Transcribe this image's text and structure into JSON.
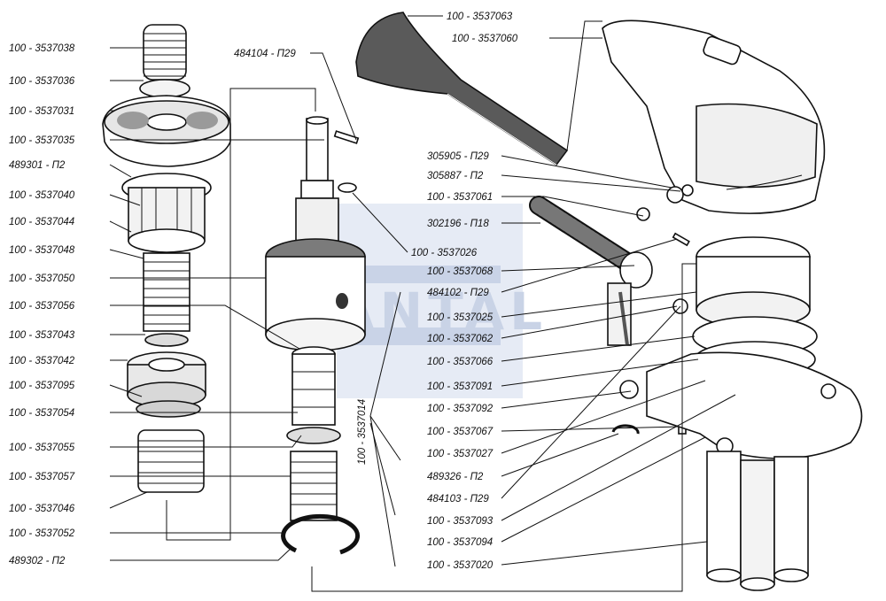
{
  "watermark": "SANTAL",
  "labels_left": [
    "100 - 3537038",
    "100 - 3537036",
    "100 - 3537031",
    "100 - 3537035",
    "489301 - П2",
    "100 - 3537040",
    "100 - 3537044",
    "100 - 3537048",
    "100 - 3537050",
    "100 - 3537056",
    "100 - 3537043",
    "100 - 3537042",
    "100 - 3537095",
    "100 - 3537054",
    "100 - 3537055",
    "100 - 3537057",
    "100 - 3537046",
    "100 - 3537052",
    "489302 - П2"
  ],
  "labels_top": [
    "484104 - П29",
    "100 - 3537063",
    "100 - 3537060"
  ],
  "labels_right": [
    "305905 - П29",
    "305887 - П2",
    "100 - 3537061",
    "302196 - П18",
    "100 - 3537026",
    "100 - 3537068",
    "484102 - П29",
    "100 - 3537025",
    "100 - 3537062",
    "100 - 3537066",
    "100 - 3537091",
    "100 - 3537092",
    "100 - 3537067",
    "100 - 3537027",
    "489326 - П2",
    "484103 - П29",
    "100 - 3537093",
    "100 - 3537094",
    "100 - 3537020"
  ],
  "label_vertical": "100 - 3537014"
}
